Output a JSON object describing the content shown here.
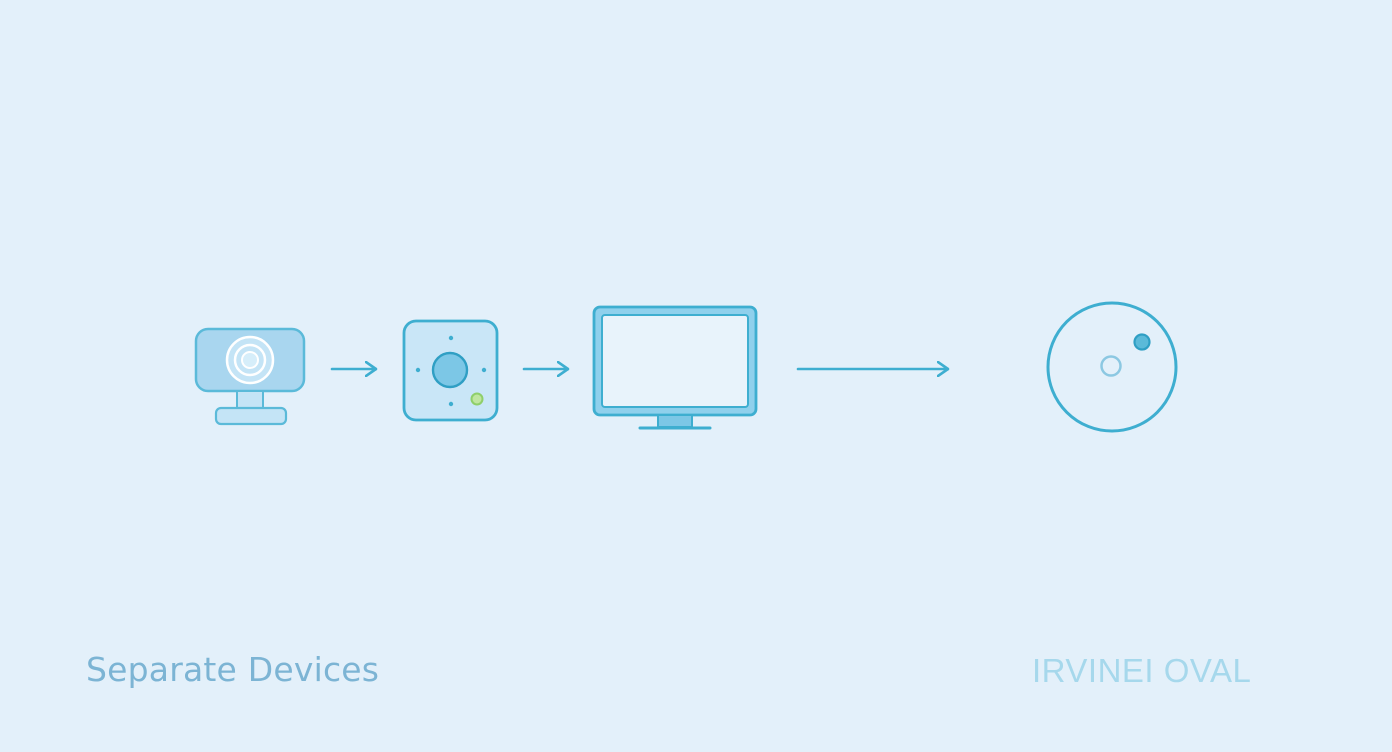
{
  "caption": "Separate Devices",
  "logo_text": "IRVINEI OVAL",
  "diagram": {
    "nodes": [
      {
        "id": "webcam",
        "icon": "webcam-icon"
      },
      {
        "id": "hub",
        "icon": "smart-hub-icon"
      },
      {
        "id": "monitor",
        "icon": "monitor-icon"
      },
      {
        "id": "sensor",
        "icon": "round-sensor-icon"
      }
    ],
    "edges": [
      {
        "from": "webcam",
        "to": "hub"
      },
      {
        "from": "hub",
        "to": "monitor"
      },
      {
        "from": "monitor",
        "to": "sensor"
      }
    ]
  },
  "colors": {
    "background": "#e3f0fa",
    "stroke": "#3eaed0",
    "light_fill": "#cde7f7",
    "mid_fill": "#a9d6ef",
    "caption": "#7cb4d4",
    "logo": "#a6d8ec",
    "status_dot": "#8fcf6a"
  }
}
